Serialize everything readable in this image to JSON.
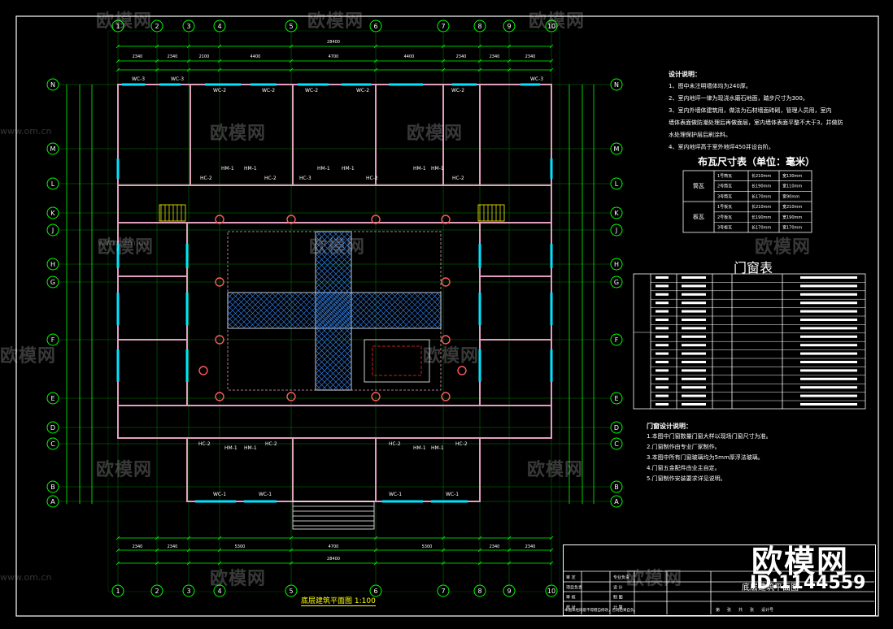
{
  "drawing": {
    "plan_title": "底层建筑平面图 1:100",
    "table_title_tiles": "布瓦尺寸表（单位：毫米）",
    "table_title_doors": "门窗表",
    "titleblock_sheet_name": "底层建筑平面图",
    "watermark_brand": "欧模网",
    "watermark_url": "www.om.cn",
    "badge_brand": "欧模网",
    "badge_id": "ID:1144559"
  },
  "axes": {
    "columns": [
      "1",
      "2",
      "3",
      "4",
      "5",
      "6",
      "7",
      "8",
      "9",
      "10"
    ],
    "rows": [
      "N",
      "M",
      "L",
      "K",
      "J",
      "H",
      "G",
      "F",
      "E",
      "D",
      "C",
      "B",
      "A"
    ]
  },
  "dimensions": {
    "top_total": "28400",
    "top_segments": [
      "2340",
      "2340",
      "2100",
      "4400",
      "4700",
      "4400",
      "2340",
      "2340",
      "2340"
    ],
    "bottom_total": "28400",
    "bottom_segments": [
      "2340",
      "2340",
      "5300",
      "4700",
      "5300",
      "2340",
      "2340"
    ]
  },
  "room_labels": {
    "windows": [
      "WC-3",
      "WC-3",
      "WC-2",
      "WC-2",
      "WC-2",
      "WC-2",
      "WC-2",
      "WC-3",
      "WC-1",
      "WC-1",
      "WC-1",
      "WC-1"
    ],
    "doors": [
      "HC-2",
      "HM-1",
      "HM-1",
      "HC-2",
      "HC-3",
      "HM-1",
      "HM-1",
      "HC-2",
      "HM-1",
      "HM-1",
      "HC-2",
      "HC-2",
      "HM-1",
      "HM-1",
      "HC-2",
      "HC-2",
      "HM-1",
      "HM-1",
      "HC-2"
    ]
  },
  "notes": {
    "title": "设计说明：",
    "items": [
      "1、图中未注明墙体均为240厚。",
      "2、室内地坪一律为现浇水磨石地面，踏步尺寸为300。",
      "3、室内外墙体建筑用，做法为石材墙面砖砌，管理人员用，室内",
      "   墙体表面做防潮处理后再做面层，室内墙体表面平整不大于3，并做防",
      "   水处理保护层后刷涂料。",
      "4、室内地坪高于室外地坪450并设台阶。"
    ]
  },
  "tile_table": {
    "groups": [
      "筒瓦",
      "板瓦"
    ],
    "rows": [
      [
        "1号筒瓦",
        "长210mm",
        "宽130mm"
      ],
      [
        "2号筒瓦",
        "长190mm",
        "宽110mm"
      ],
      [
        "3号筒瓦",
        "长170mm",
        "宽90mm"
      ],
      [
        "1号板瓦",
        "长210mm",
        "宽210mm"
      ],
      [
        "2号板瓦",
        "长190mm",
        "宽190mm"
      ],
      [
        "3号板瓦",
        "长170mm",
        "宽170mm"
      ]
    ]
  },
  "door_notes": {
    "title": "门窗设计说明：",
    "items": [
      "1.本图中门窗数量门窗大样以现场门窗尺寸为准。",
      "2.门窗制作由专业厂家制作。",
      "3.本图中所有门窗玻璃均为5mm厚浮法玻璃。",
      "4.门窗五金配件由业主自定。",
      "5.门窗制作安装要求详见说明。"
    ]
  },
  "titleblock": {
    "left_labels": [
      "审 定",
      "项目负责",
      "审 核",
      "校 对"
    ],
    "mid_labels": [
      "专业负责",
      "设 计",
      "制 图",
      "计 算"
    ],
    "bottom_row": [
      "第",
      "张",
      "共",
      "张",
      "设计号"
    ],
    "disclaimer": "本图未经同意不得擅自修改，否则后果自负。"
  },
  "colors": {
    "background": "#000000",
    "axis_green": "#00ff00",
    "wall_pink": "#e29fbf",
    "cyan": "#00e5ff",
    "yellow": "#ffff00",
    "white": "#ffffff",
    "red": "#ff2a2a"
  }
}
